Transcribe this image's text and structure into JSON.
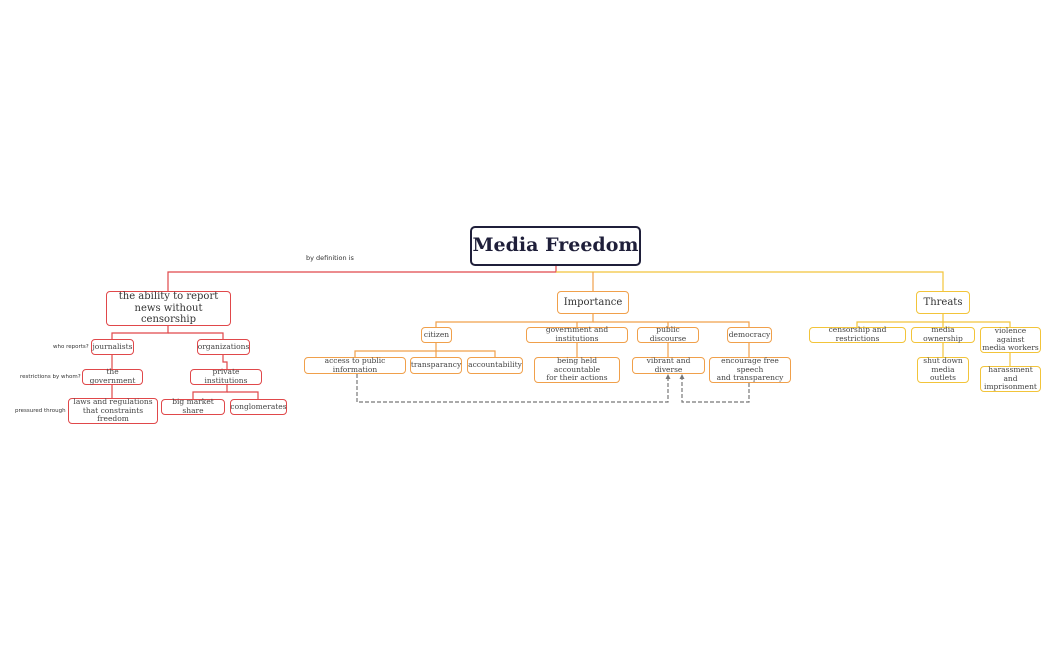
{
  "colors": {
    "root": "#1f1f3a",
    "definition": "#e0484a",
    "importance": "#f0a04b",
    "threats": "#f2c43a",
    "dashed": "#777777"
  },
  "root": {
    "title": "Media Freedom"
  },
  "definition": {
    "edge_label": "by definition is",
    "title": "the ability to report\nnews without censorship",
    "left": {
      "label": "journalists",
      "child": {
        "label": "the government",
        "child": {
          "label": "laws and regulations\nthat constraints freedom"
        }
      }
    },
    "right": {
      "label": "organizations",
      "child": {
        "label": "private institutions",
        "children": [
          "big market share",
          "conglomerates"
        ]
      }
    },
    "side_labels": [
      "who reports?",
      "restrictions by whom?",
      "pressured through"
    ]
  },
  "importance": {
    "title": "Importance",
    "citizen": {
      "label": "citizen",
      "children": [
        "access to public information",
        "transparancy",
        "accountability"
      ]
    },
    "government": {
      "label": "government and institutions",
      "child": "being held accountable\nfor their actions"
    },
    "discourse": {
      "label": "public discourse",
      "child": "vibrant and diverse"
    },
    "democracy": {
      "label": "democracy",
      "child": "encourage free speech\nand transparency"
    }
  },
  "threats": {
    "title": "Threats",
    "censorship": {
      "label": "censorship and restrictions"
    },
    "ownership": {
      "label": "media ownership",
      "child": "shut down\nmedia outlets"
    },
    "violence": {
      "label": "violence against\nmedia workers",
      "child": "harassment and\nimprisonment"
    }
  }
}
